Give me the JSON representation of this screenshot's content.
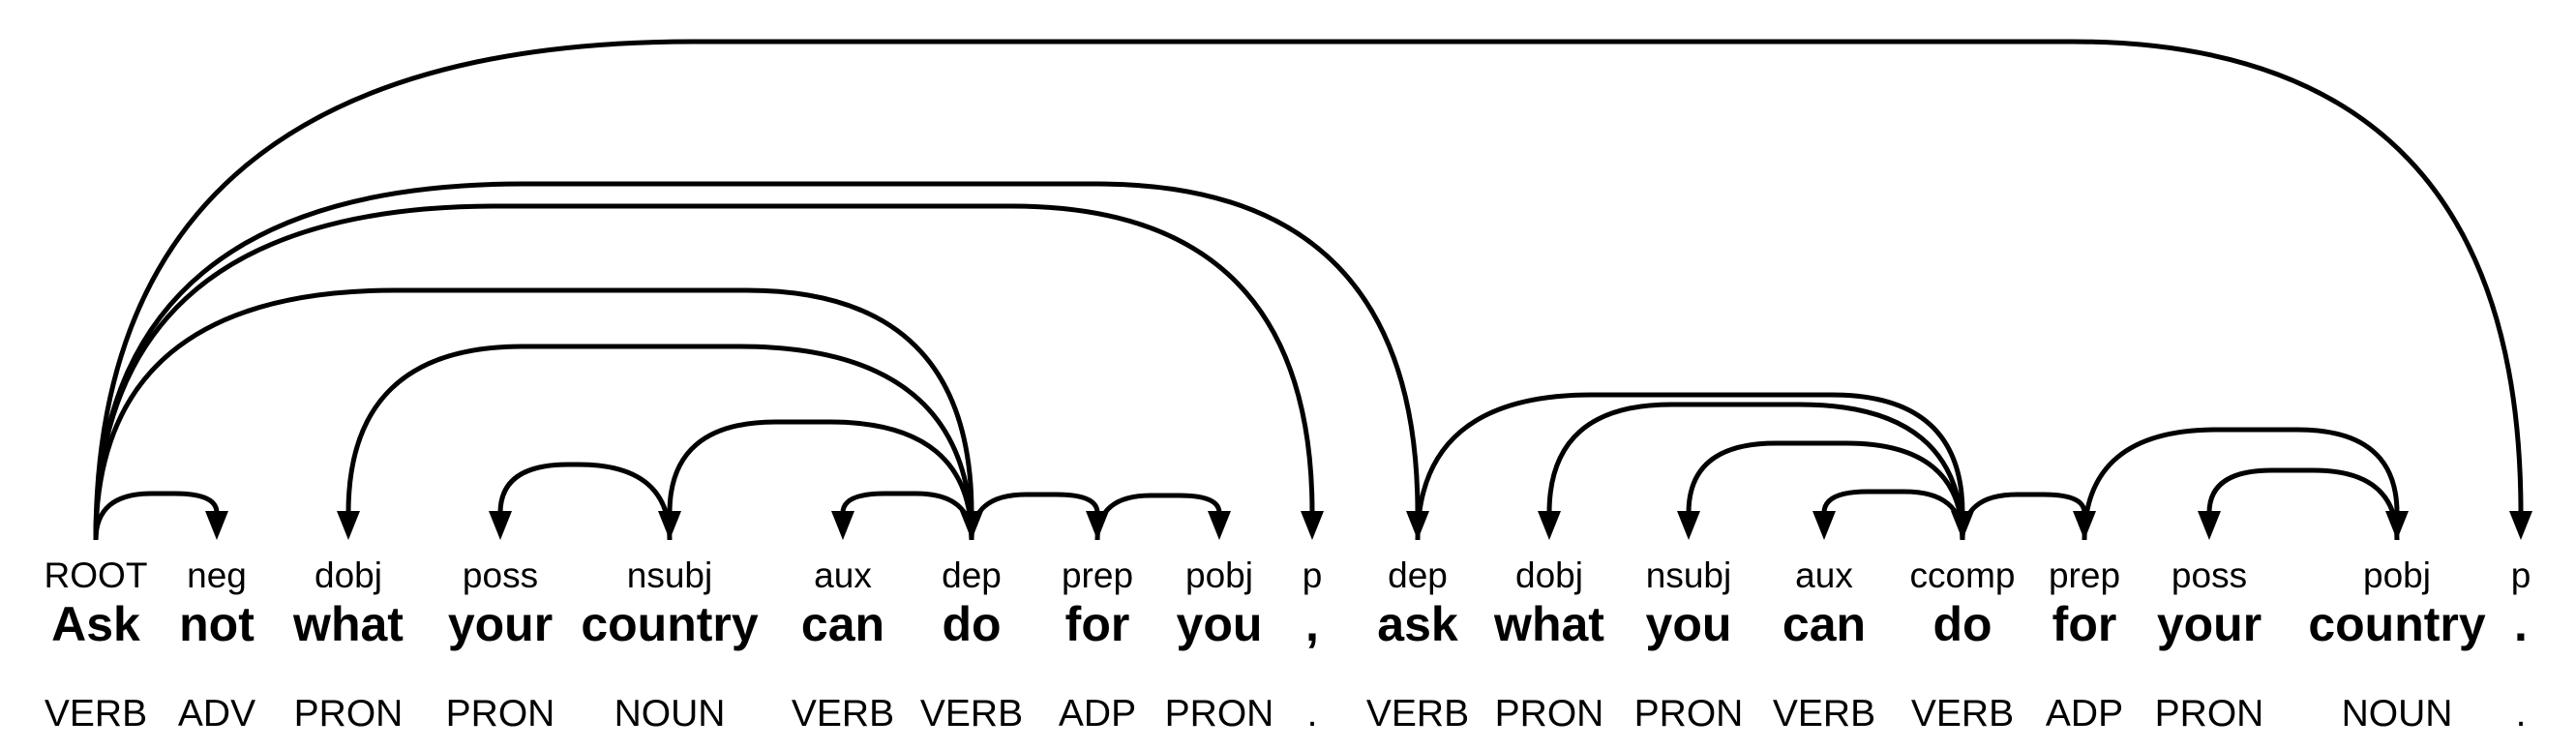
{
  "diagram": {
    "kind": "dependency-parse",
    "sentence": "Ask not what your country can do for you , ask what you can do for your country .",
    "colors": {
      "ink": "#000000",
      "background": "#ffffff"
    }
  },
  "tokens": [
    {
      "label": "ROOT",
      "text": "Ask",
      "pos": "VERB"
    },
    {
      "label": "neg",
      "text": "not",
      "pos": "ADV"
    },
    {
      "label": "dobj",
      "text": "what",
      "pos": "PRON"
    },
    {
      "label": "poss",
      "text": "your",
      "pos": "PRON"
    },
    {
      "label": "nsubj",
      "text": "country",
      "pos": "NOUN"
    },
    {
      "label": "aux",
      "text": "can",
      "pos": "VERB"
    },
    {
      "label": "dep",
      "text": "do",
      "pos": "VERB"
    },
    {
      "label": "prep",
      "text": "for",
      "pos": "ADP"
    },
    {
      "label": "pobj",
      "text": "you",
      "pos": "PRON"
    },
    {
      "label": "p",
      "text": ",",
      "pos": "."
    },
    {
      "label": "dep",
      "text": "ask",
      "pos": "VERB"
    },
    {
      "label": "dobj",
      "text": "what",
      "pos": "PRON"
    },
    {
      "label": "nsubj",
      "text": "you",
      "pos": "PRON"
    },
    {
      "label": "aux",
      "text": "can",
      "pos": "VERB"
    },
    {
      "label": "ccomp",
      "text": "do",
      "pos": "VERB"
    },
    {
      "label": "prep",
      "text": "for",
      "pos": "ADP"
    },
    {
      "label": "poss",
      "text": "your",
      "pos": "PRON"
    },
    {
      "label": "pobj",
      "text": "country",
      "pos": "NOUN"
    },
    {
      "label": "p",
      "text": ".",
      "pos": "."
    }
  ],
  "arcs": [
    {
      "head": 0,
      "dep": 1,
      "label": "neg"
    },
    {
      "head": 6,
      "dep": 2,
      "label": "dobj"
    },
    {
      "head": 4,
      "dep": 3,
      "label": "poss"
    },
    {
      "head": 6,
      "dep": 4,
      "label": "nsubj"
    },
    {
      "head": 6,
      "dep": 5,
      "label": "aux"
    },
    {
      "head": 0,
      "dep": 6,
      "label": "dep"
    },
    {
      "head": 6,
      "dep": 7,
      "label": "prep"
    },
    {
      "head": 7,
      "dep": 8,
      "label": "pobj"
    },
    {
      "head": 0,
      "dep": 9,
      "label": "p"
    },
    {
      "head": 0,
      "dep": 10,
      "label": "dep"
    },
    {
      "head": 14,
      "dep": 11,
      "label": "dobj"
    },
    {
      "head": 14,
      "dep": 12,
      "label": "nsubj"
    },
    {
      "head": 14,
      "dep": 13,
      "label": "aux"
    },
    {
      "head": 10,
      "dep": 14,
      "label": "ccomp"
    },
    {
      "head": 14,
      "dep": 15,
      "label": "prep"
    },
    {
      "head": 17,
      "dep": 16,
      "label": "poss"
    },
    {
      "head": 15,
      "dep": 17,
      "label": "pobj"
    },
    {
      "head": 0,
      "dep": 18,
      "label": "p"
    }
  ]
}
